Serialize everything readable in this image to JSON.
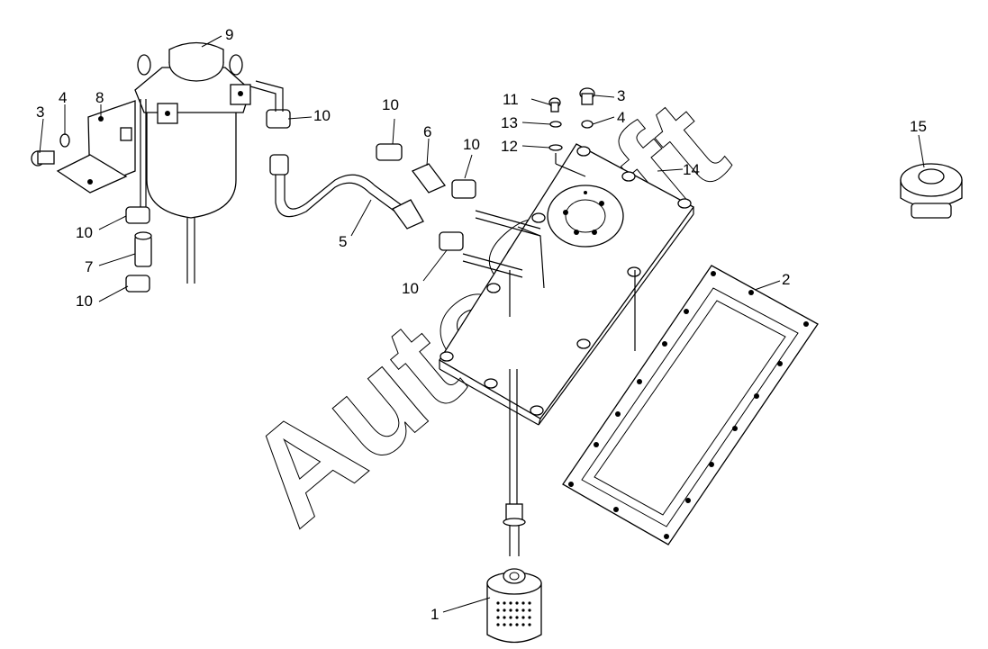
{
  "watermark": "AutoSoft",
  "callouts": {
    "c1": "1",
    "c2": "2",
    "c3a": "3",
    "c3b": "3",
    "c4a": "4",
    "c4b": "4",
    "c5": "5",
    "c6": "6",
    "c7": "7",
    "c8": "8",
    "c9": "9",
    "c10a": "10",
    "c10b": "10",
    "c10c": "10",
    "c10d": "10",
    "c10e": "10",
    "c10f": "10",
    "c11": "11",
    "c12": "12",
    "c13": "13",
    "c14": "14",
    "c15": "15"
  }
}
